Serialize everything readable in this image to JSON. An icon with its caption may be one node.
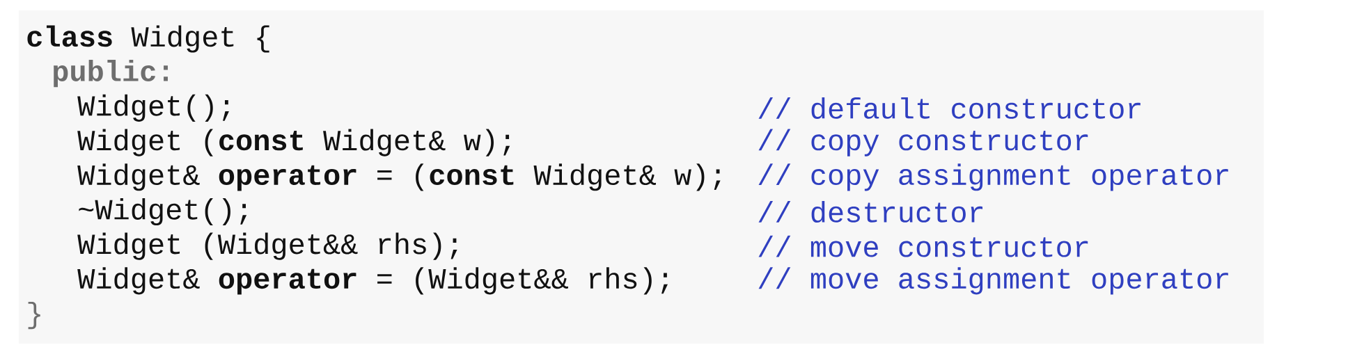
{
  "diagram": {
    "labels": [
      "**class** Widget {",
      "public:",
      "Widget();",
      "// default constructor",
      "Widget (**const** Widget& w);",
      "// copy constructor",
      "Widget& **operator** = (**const** Widget& w);",
      "// copy assignment operator",
      "~Widget();",
      "// destructor",
      "Widget (Widget&& rhs);",
      "// move constructor",
      "Widget& **operator** = (Widget&& rhs);",
      "// move assignment operator",
      "}"
    ]
  }
}
